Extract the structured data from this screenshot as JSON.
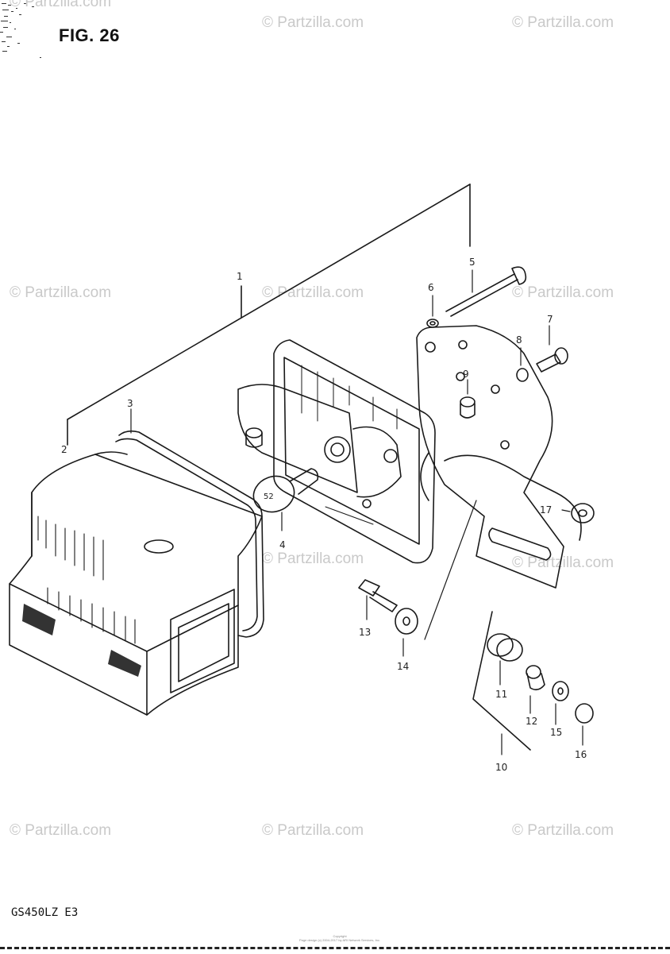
{
  "figure": {
    "title": "FIG. 26",
    "model_code": "GS450LZ E3",
    "copyright_line1": "Copyright",
    "copyright_line2": "Page design (c) 2004-2017 by ARI Network Services, Inc."
  },
  "watermark": {
    "text": "© Partzilla.com",
    "text_compact": "© Partzilla.com"
  },
  "callouts": [
    "1",
    "2",
    "3",
    "4",
    "5",
    "6",
    "7",
    "8",
    "9",
    "10",
    "11",
    "12",
    "13",
    "14",
    "15",
    "16",
    "17"
  ],
  "colors": {
    "line": "#1a1a1a",
    "watermark": "#c9c9c9",
    "background": "#ffffff"
  }
}
